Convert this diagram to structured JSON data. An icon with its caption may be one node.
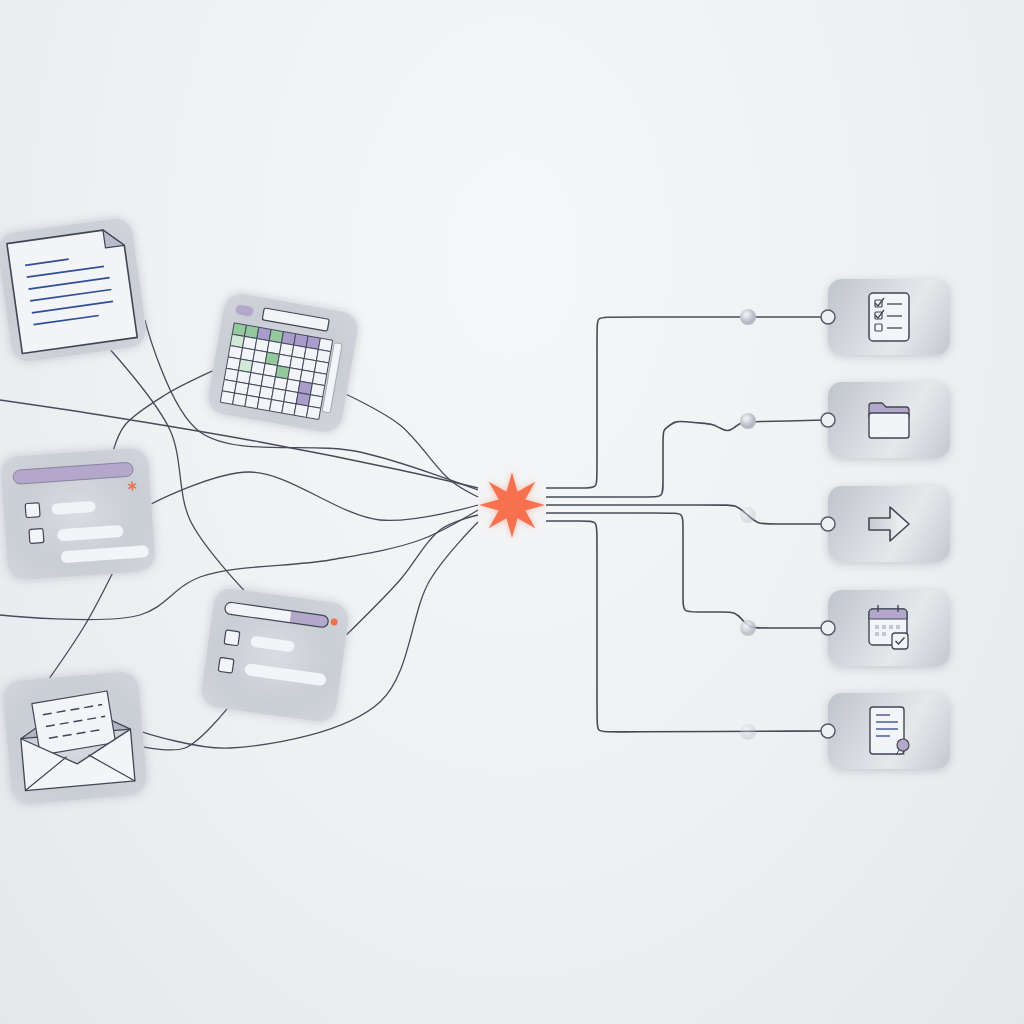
{
  "diagram": {
    "nodes": [
      {
        "text": [],
        "shape": "picture"
      },
      {
        "text": [],
        "shape": "picture"
      },
      {
        "text": [],
        "shape": "picture"
      },
      {
        "text": [],
        "shape": "picture"
      },
      {
        "text": [],
        "shape": "picture"
      },
      {
        "text": [],
        "shape": "star"
      },
      {
        "text": [],
        "shape": "box"
      },
      {
        "text": [],
        "shape": "box"
      },
      {
        "text": [],
        "shape": "box"
      },
      {
        "text": [],
        "shape": "box"
      },
      {
        "text": [],
        "shape": "box"
      }
    ],
    "edges": [
      {
        "from": 0,
        "to": 5,
        "arrow": "none"
      },
      {
        "from": 1,
        "to": 5,
        "arrow": "none"
      },
      {
        "from": 2,
        "to": 5,
        "arrow": "none"
      },
      {
        "from": 3,
        "to": 5,
        "arrow": "none"
      },
      {
        "from": 4,
        "to": 5,
        "arrow": "none"
      },
      {
        "from": null,
        "to": 5,
        "arrow": "none"
      },
      {
        "from": null,
        "to": 5,
        "arrow": "none"
      },
      {
        "from": 0,
        "to": 3,
        "arrow": "none"
      },
      {
        "from": 1,
        "to": 2,
        "arrow": "none"
      },
      {
        "from": 2,
        "to": 4,
        "arrow": "none"
      },
      {
        "from": 3,
        "to": 4,
        "arrow": "none"
      },
      {
        "from": 5,
        "to": 6,
        "arrow": "other"
      },
      {
        "from": 5,
        "to": 7,
        "arrow": "other"
      },
      {
        "from": 5,
        "to": 8,
        "arrow": "other"
      },
      {
        "from": 5,
        "to": 9,
        "arrow": "other"
      },
      {
        "from": 5,
        "to": 10,
        "arrow": "other"
      }
    ]
  }
}
